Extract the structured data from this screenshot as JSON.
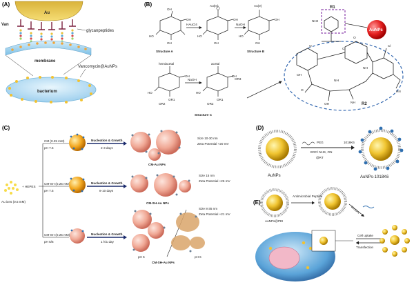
{
  "panels": {
    "a": {
      "tag": "(A)",
      "au": "Au",
      "van": "Van",
      "glyco": "glycanpeptides",
      "membrane": "membrane",
      "vanco": "Vancomycin@AuNPs",
      "bacterium": "bacterium"
    },
    "b": {
      "tag": "(B)",
      "au3": "Au(III)",
      "au0": "Au(0)",
      "haucl4": "HAuCl4",
      "naoh1": "NaOH",
      "naoh2": "NaOH",
      "structA": "Structure A",
      "structB": "Structure B",
      "structC": "Structure C",
      "hemiacetal": "hemiacetal",
      "acetal": "acetal",
      "or1": "OR1",
      "or2": "OR2",
      "or3": "OR3",
      "r1": "R1",
      "r2": "R2",
      "aunps": "AuNPs",
      "nh2": "NH2",
      "cl1": "Cl",
      "cl2": "Cl",
      "hn": "HN"
    },
    "c": {
      "tag": "(C)",
      "au_ions": "Au ions (0.5 mM)",
      "hepes": "+ HEPES",
      "row1": {
        "reagent": "CM (0.25 mM)",
        "ph": "pH 7.5",
        "step": "Nucleation & Growth",
        "time": "2-3 days",
        "product": "CM-Au NPs",
        "size": "Size 10-30 nm",
        "zeta": "Zeta Potential +20 mV"
      },
      "row2": {
        "reagent": "CM-SH (0.25 mM)",
        "ph": "pH 7.5",
        "step": "Nucleation & Growth",
        "time": "8-10 days",
        "product": "CM-SH-Au NPs",
        "size": "Size 15 nm",
        "zeta": "Zeta Potential +26 mV"
      },
      "row3": {
        "reagent": "CM-SH (0.25 mM)",
        "ph": "pH 5/6",
        "step": "Nucleation & Growth",
        "time": "1 h/1 day",
        "product": "CM-SH-Au NPs",
        "size": "Size 8-35 nm",
        "zeta": "Zeta Potential +21 mV",
        "ph5": "pH 5",
        "ph6": "pH 6"
      }
    },
    "d": {
      "tag": "(D)",
      "peg": "PEG",
      "pep": "1018K6",
      "cond1": "EDC/ NHS, ON",
      "cond2": "@RT",
      "left": "AuNPs",
      "right": "AuNPs-1018K6"
    },
    "e": {
      "tag": "(E)",
      "pei": "AuNPs@PEI",
      "amp": "Antimicrobial Peptide",
      "vector": "Vectors",
      "uptake": "Cell uptake",
      "transfection": "Transfection"
    }
  },
  "colors": {
    "gold": "#e9c541",
    "goldDark": "#b8860b",
    "pink": "#e9a6a6",
    "blueDash": "#3468b0",
    "purple": "#8e44ad",
    "red": "#e02020",
    "navy": "#1a2a6c"
  }
}
